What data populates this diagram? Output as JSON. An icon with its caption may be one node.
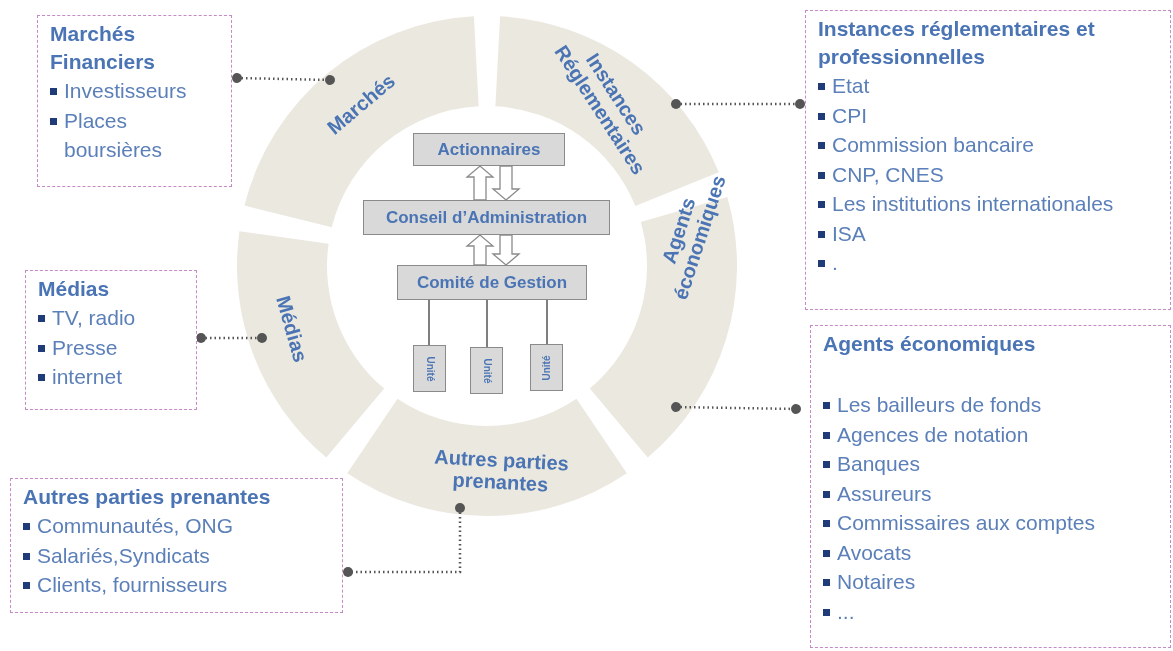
{
  "diagram": {
    "nodes": [
      {
        "text": [
          "Marchés Financiers",
          "Investisseurs",
          "Places boursières"
        ]
      },
      {
        "text": [
          "Marchés"
        ]
      },
      {
        "text": [
          "Instances Réglementaires"
        ]
      },
      {
        "text": [
          "Instances réglementaires et professionnelles",
          "Etat",
          "CPI",
          "Commission bancaire",
          "CNP, CNES",
          "Les institutions internationales",
          "ISA",
          "."
        ]
      },
      {
        "text": [
          "Médias",
          "TV, radio",
          "Presse",
          "internet"
        ]
      },
      {
        "text": [
          "Médias"
        ]
      },
      {
        "text": [
          "Agents économiques"
        ]
      },
      {
        "text": [
          "Agents économiques",
          "Les bailleurs de fonds",
          "Agences de notation",
          "Banques",
          "Assureurs",
          "Commissaires aux comptes",
          "Avocats",
          "Notaires",
          "..."
        ]
      },
      {
        "text": [
          "Autres parties prenantes"
        ]
      },
      {
        "text": [
          "Autres parties prenantes",
          "Communautés, ONG",
          "Salariés,Syndicats",
          "Clients, fournisseurs"
        ]
      },
      {
        "text": [
          "Actionnaires"
        ]
      },
      {
        "text": [
          "Conseil d’Administration"
        ]
      },
      {
        "text": [
          "Comité  de Gestion"
        ]
      },
      {
        "text": [
          "Unité"
        ]
      },
      {
        "text": [
          "Unité"
        ]
      },
      {
        "text": [
          "Unité"
        ]
      }
    ],
    "edges": [
      {
        "from": 0,
        "to": 1,
        "arrow": "other",
        "style": "dashed"
      },
      {
        "from": 2,
        "to": 3,
        "arrow": "other",
        "style": "dashed"
      },
      {
        "from": 4,
        "to": 5,
        "arrow": "other",
        "style": "dashed"
      },
      {
        "from": 6,
        "to": 7,
        "arrow": "other",
        "style": "dashed"
      },
      {
        "from": 8,
        "to": 9,
        "arrow": "other",
        "style": "dashed"
      },
      {
        "from": 11,
        "to": 10,
        "arrow": "to",
        "style": "thick"
      },
      {
        "from": 10,
        "to": 11,
        "arrow": "to",
        "style": "thick"
      },
      {
        "from": 12,
        "to": 11,
        "arrow": "to",
        "style": "thick"
      },
      {
        "from": 11,
        "to": 12,
        "arrow": "to",
        "style": "thick"
      },
      {
        "from": 12,
        "to": 13,
        "arrow": "none"
      },
      {
        "from": 12,
        "to": 14,
        "arrow": "none"
      },
      {
        "from": 12,
        "to": 15,
        "arrow": "none"
      }
    ]
  }
}
